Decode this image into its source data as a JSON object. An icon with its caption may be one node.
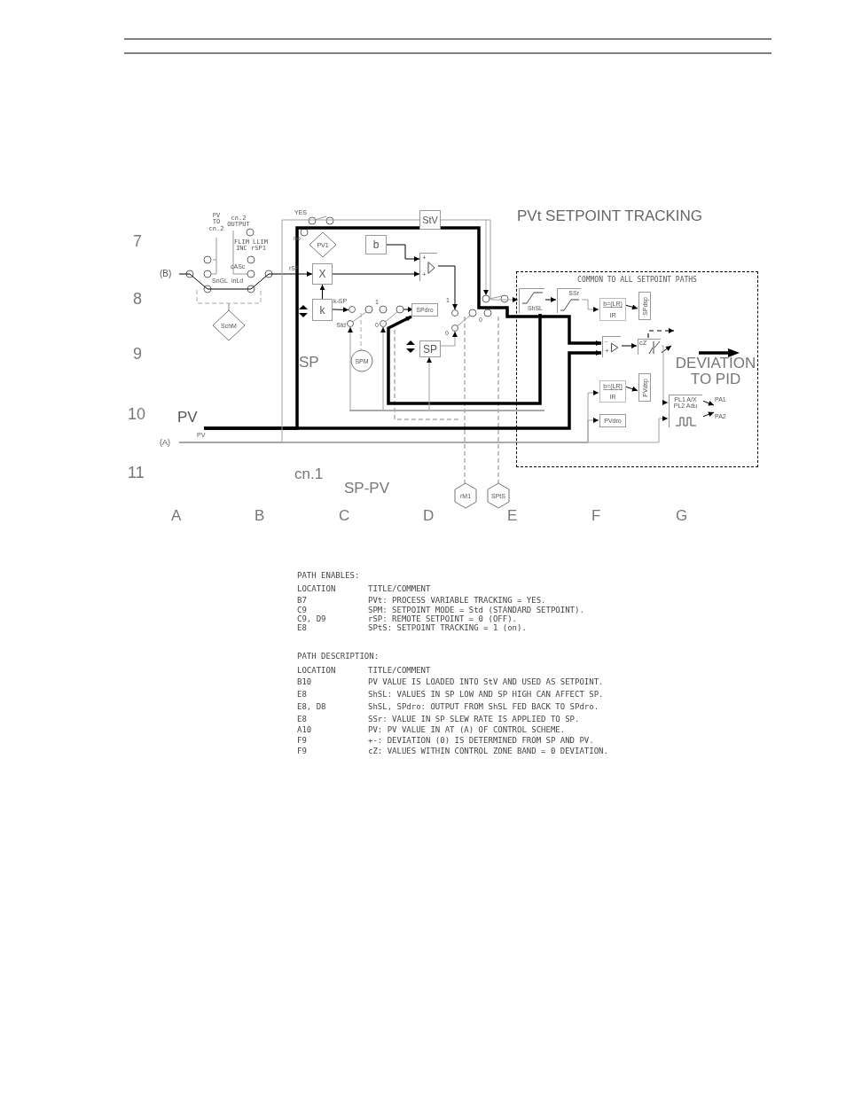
{
  "diagram": {
    "title": "PVt SETPOINT TRACKING",
    "nodes": [
      {
        "text": [
          "StV"
        ]
      },
      {
        "text": [
          "b"
        ]
      },
      {
        "text": [
          "+",
          "+"
        ]
      },
      {
        "text": [
          "X"
        ]
      },
      {
        "text": [
          "k"
        ]
      },
      {
        "text": [
          "PV1"
        ]
      },
      {
        "text": [
          "SPdro"
        ]
      },
      {
        "text": [
          "SP"
        ]
      },
      {
        "text": [
          "SPM"
        ]
      },
      {
        "text": [
          "SchM"
        ]
      },
      {
        "text": [
          "COMMON TO ALL SETPOINT PATHS"
        ]
      },
      {
        "text": [
          "ShSL"
        ],
        "in": 10
      },
      {
        "text": [
          "SSr"
        ],
        "in": 10
      },
      {
        "text": [
          "b=(LR)",
          "IR"
        ],
        "in": 10
      },
      {
        "text": [
          "SPdsp"
        ],
        "in": 10
      },
      {
        "text": [
          "-",
          "+"
        ],
        "in": 10
      },
      {
        "text": [
          "cZ"
        ],
        "in": 10
      },
      {
        "text": [
          "b=(LR)",
          "IR"
        ],
        "in": 10
      },
      {
        "text": [
          "PVdsp"
        ],
        "in": 10
      },
      {
        "text": [
          "PVdro"
        ],
        "in": 10
      },
      {
        "text": [
          "PL1 A/X",
          "PL2 Adu"
        ],
        "in": 10
      },
      {
        "text": [
          "PA1"
        ],
        "in": 10
      },
      {
        "text": [
          "PA2"
        ],
        "in": 10
      },
      {
        "text": [
          "rM1"
        ]
      },
      {
        "text": [
          "SPtS"
        ]
      },
      {
        "text": [
          "PV"
        ]
      },
      {
        "text": [
          "(A)"
        ]
      },
      {
        "text": [
          "(B)"
        ]
      },
      {
        "text": [],
        "shape": "circle"
      },
      {
        "text": [],
        "shape": "circle"
      },
      {
        "text": [],
        "shape": "circle"
      },
      {
        "text": [
          "DEVIATION TO PID"
        ],
        "in": 10
      },
      {
        "text": [],
        "shape": "bar"
      },
      {
        "text": [],
        "shape": "circle",
        "beside": [
          "Std"
        ]
      },
      {
        "text": [],
        "shape": "circle",
        "beside": [
          "0"
        ]
      }
    ],
    "edges": [
      {
        "from": 1,
        "to": 2,
        "arrow": "to"
      },
      {
        "from": 3,
        "to": 2,
        "arrow": "to"
      },
      {
        "from": 4,
        "to": 3,
        "arrow": "to"
      },
      {
        "from": 2,
        "to": 29,
        "arrow": "to"
      },
      {
        "from": 4,
        "to": 28,
        "arrow": "to"
      },
      {
        "from": 7,
        "to": 30,
        "arrow": "to",
        "color": "#a0a0a0"
      },
      {
        "from": 11,
        "to": 12,
        "arrow": "to"
      },
      {
        "from": 12,
        "to": 13,
        "arrow": "to",
        "color": "#a0a0a0"
      },
      {
        "from": 13,
        "to": 14,
        "arrow": "to"
      },
      {
        "from": 15,
        "to": 16,
        "arrow": "to"
      },
      {
        "from": 17,
        "to": 18,
        "arrow": "to"
      },
      {
        "from": 16,
        "to": 31,
        "arrow": "to"
      },
      {
        "from": 16,
        "to": 20,
        "arrow": "to",
        "color": "#a0a0a0"
      },
      {
        "from": 16,
        "to": null,
        "arrow": "to",
        "style": "dashed"
      },
      {
        "from": 20,
        "to": 21,
        "arrow": "to"
      },
      {
        "from": 20,
        "to": 22,
        "arrow": "to"
      },
      {
        "from": 26,
        "to": 20,
        "arrow": "to",
        "color": "#a0a0a0"
      },
      {
        "from": 26,
        "to": 17,
        "arrow": "to",
        "color": "#a0a0a0"
      },
      {
        "from": 26,
        "to": 19,
        "arrow": "to",
        "color": "#a0a0a0"
      },
      {
        "from": 25,
        "to": 15,
        "arrow": "to",
        "style": "thick"
      },
      {
        "from": 25,
        "to": 0,
        "arrow": "none",
        "style": "thick"
      },
      {
        "from": 0,
        "to": 15,
        "arrow": "to",
        "style": "thick"
      },
      {
        "from": 11,
        "to": 6,
        "arrow": "to",
        "style": "thick"
      },
      {
        "from": 27,
        "to": 3,
        "arrow": "to"
      },
      {
        "from": 26,
        "to": 0,
        "arrow": "none",
        "color": "#a0a0a0"
      },
      {
        "from": 0,
        "to": 11,
        "arrow": "to",
        "color": "#a0a0a0"
      },
      {
        "from": 32,
        "to": 33,
        "arrow": "to",
        "color": "#a0a0a0"
      },
      {
        "from": 32,
        "to": 34,
        "arrow": "to",
        "color": "#a0a0a0"
      },
      {
        "from": 32,
        "to": 7,
        "arrow": "to",
        "color": "#a0a0a0"
      }
    ],
    "labels": [
      "7",
      "PV TO cn.2",
      "cn.2 OUTPUT",
      "FLIM LLIM INC rSP1",
      "rSP",
      "cASc",
      "8",
      "SnGL",
      "inLd",
      "YES",
      "no",
      "k-SP",
      "1",
      "1",
      "0",
      "0",
      "9",
      "SP",
      "10",
      "PV",
      "11",
      "cn.1",
      "SP-PV",
      "A",
      "B",
      "C",
      "D",
      "E",
      "F",
      "G",
      "PATH ENABLES:",
      "LOCATION",
      "TITLE/COMMENT",
      "B7",
      "PVt: PROCESS VARIABLE TRACKING = YES.",
      "C9",
      "SPM: SETPOINT MODE = Std (STANDARD SETPOINT).",
      "C9, D9",
      "rSP: REMOTE SETPOINT = 0 (OFF).",
      "E8",
      "SPtS: SETPOINT TRACKING = 1 (on).",
      "PATH DESCRIPTION:",
      "LOCATION",
      "TITLE/COMMENT",
      "B10",
      "PV VALUE IS LOADED INTO StV AND USED AS SETPOINT.",
      "E8",
      "ShSL: VALUES IN SP LOW AND SP HIGH CAN AFFECT SP.",
      "E8, D8",
      "ShSL, SPdro: OUTPUT FROM ShSL FED BACK TO SPdro.",
      "E8",
      "SSr: VALUE IN SP SLEW RATE IS APPLIED TO SP.",
      "A10",
      "PV: PV VALUE IN AT (A) OF CONTROL SCHEME.",
      "F9",
      "+-: DEVIATION (0) IS DETERMINED FROM SP AND PV.",
      "F9",
      "cZ: VALUES WITHIN CONTROL ZONE BAND = 0 DEVIATION."
    ]
  }
}
